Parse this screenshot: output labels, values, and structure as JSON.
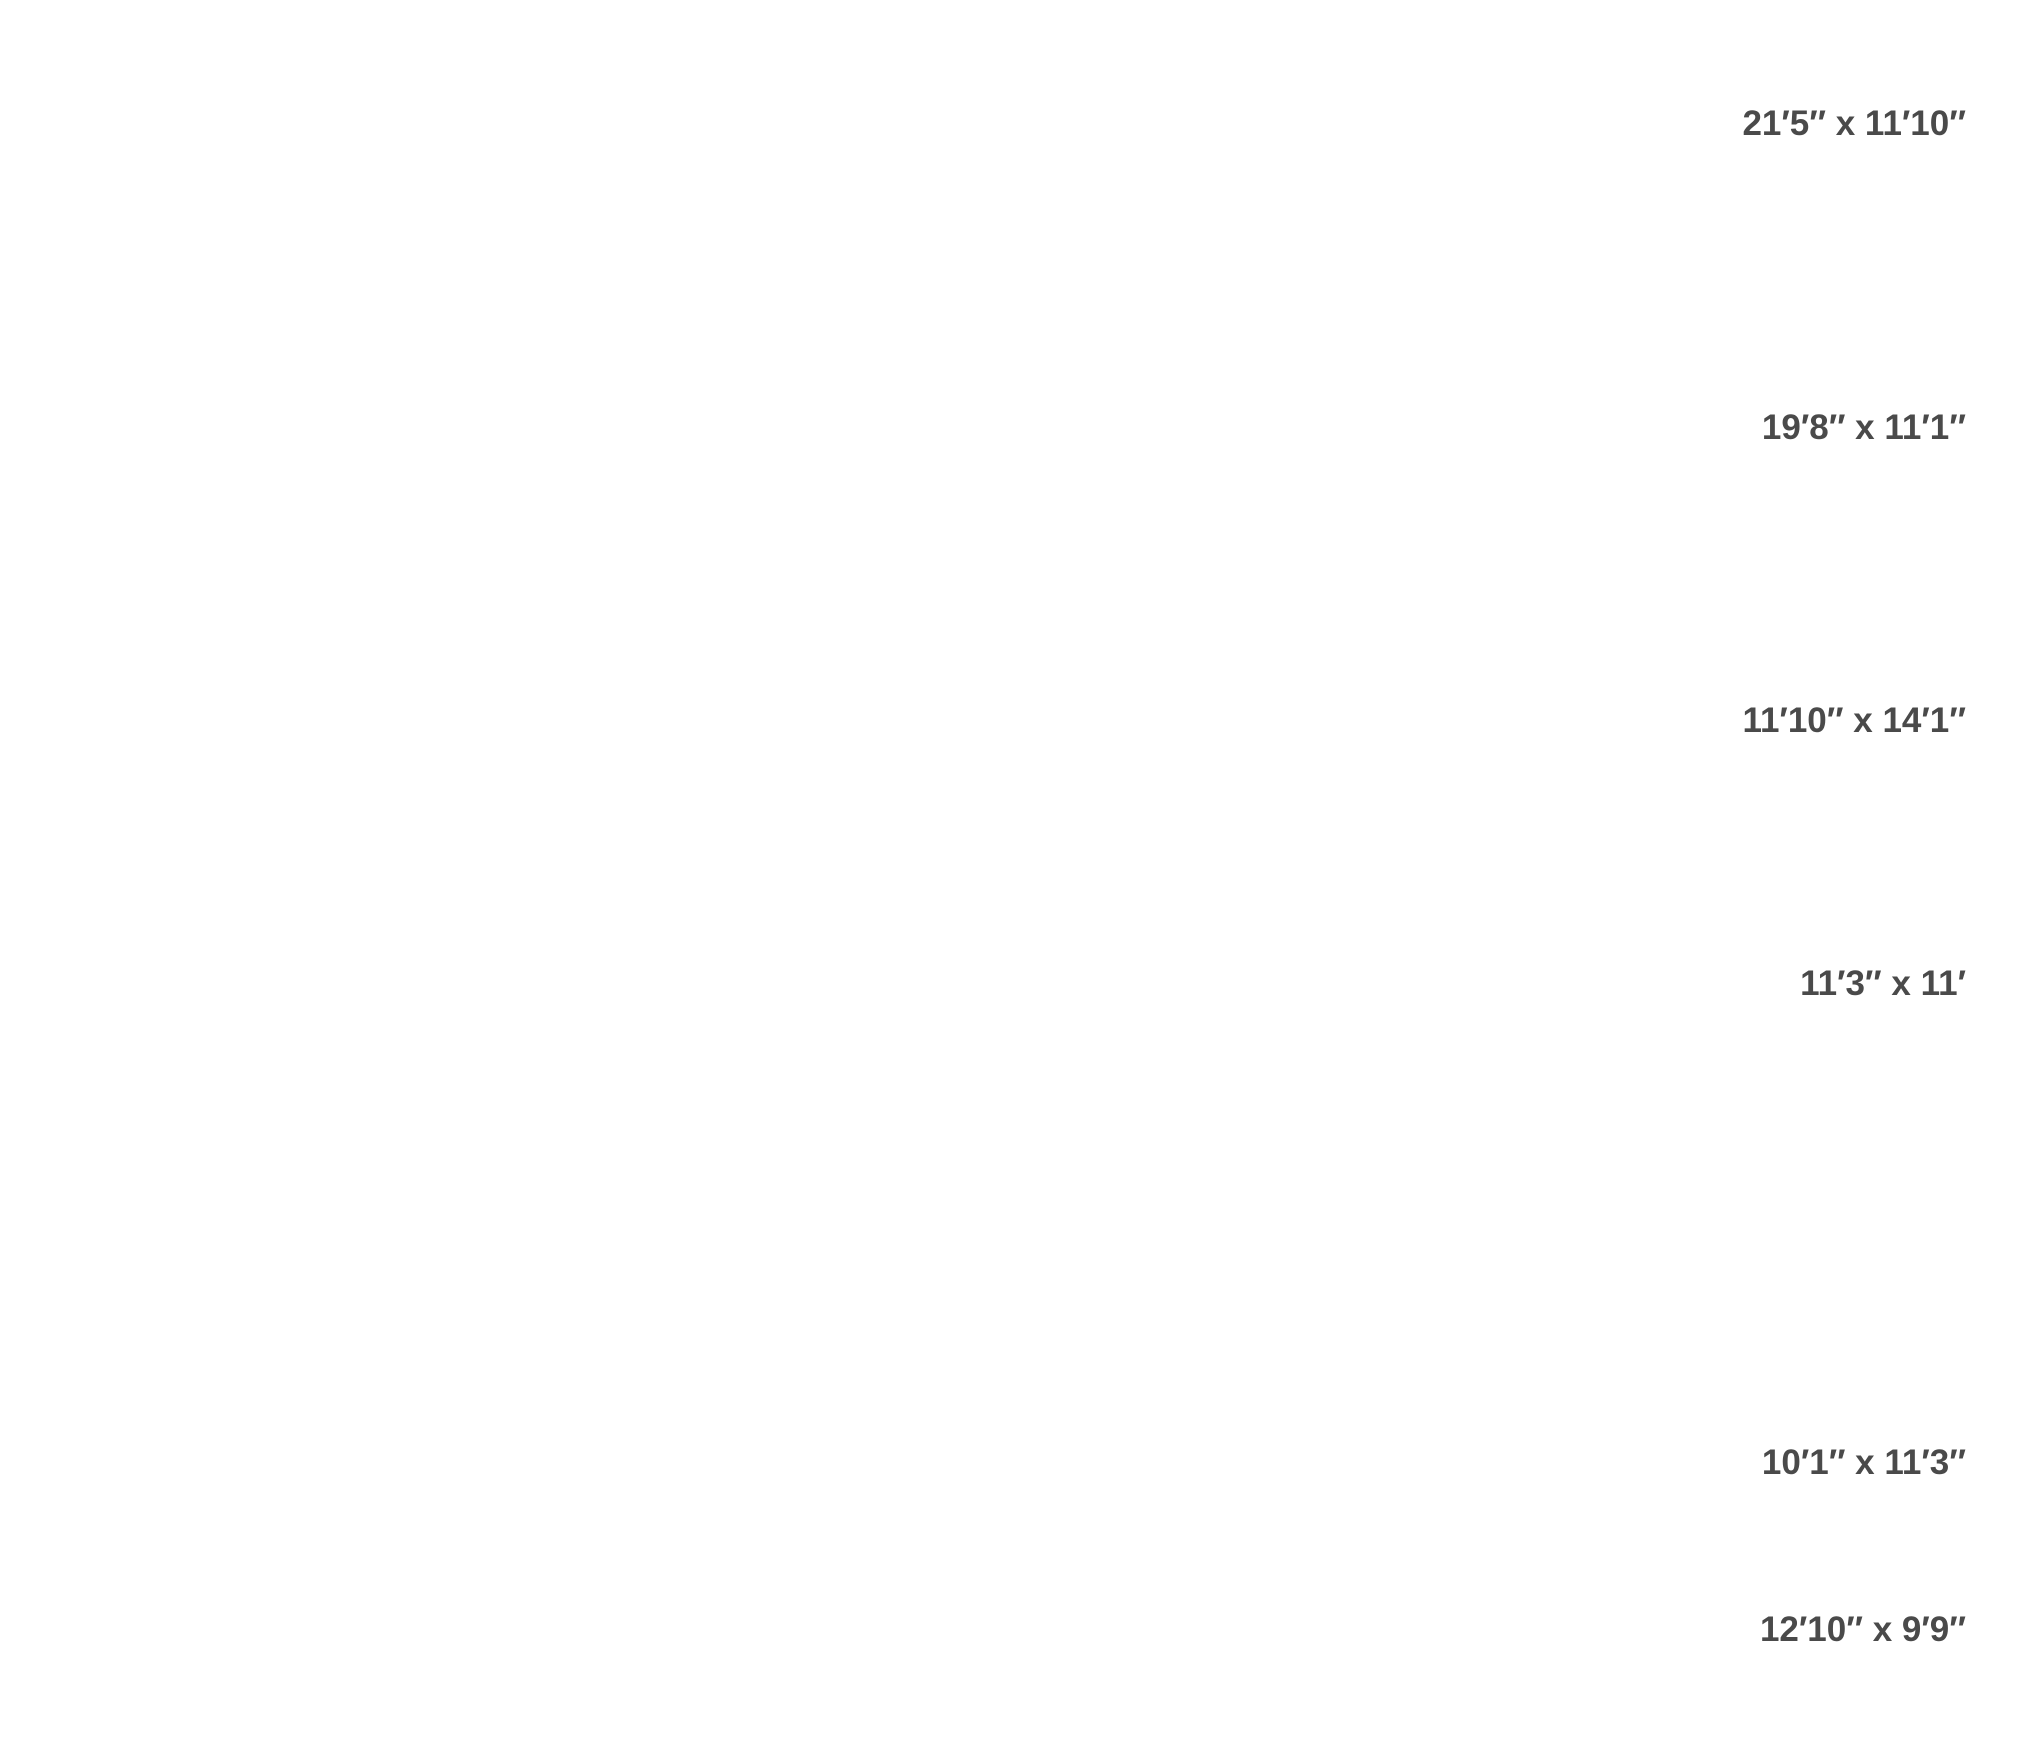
{
  "dimensions": [
    "21′5″ x 11′10″",
    "19′8″ x 11′1″",
    "11′10″ x 14′1″",
    "11′3″ x 11′",
    "10′1″ x 11′3″",
    "12′10″ x 9′9″"
  ]
}
